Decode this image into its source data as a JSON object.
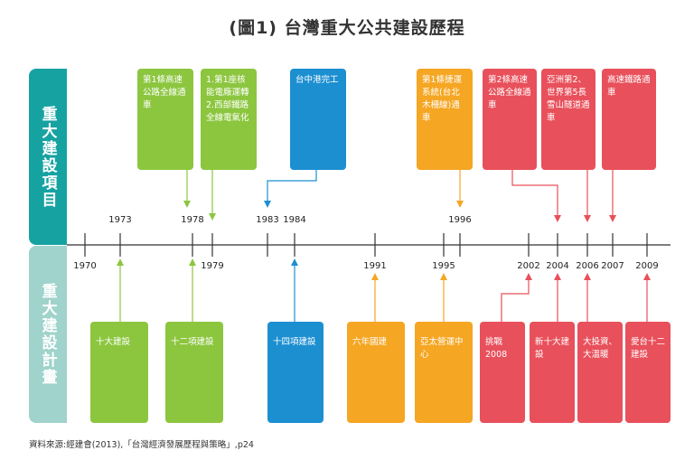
{
  "title": "(圖1) 台灣重大公共建設歷程",
  "side_labels": {
    "top": "重大建設項目",
    "bottom": "重大建設計畫"
  },
  "years_top": [
    "1973",
    "1978",
    "1983",
    "1984",
    "1996"
  ],
  "years_bottom": [
    "1970",
    "1979",
    "1991",
    "1995",
    "2002",
    "2004",
    "2006",
    "2007",
    "2009"
  ],
  "top_items": [
    {
      "text": "第1條高速公路全線通車"
    },
    {
      "text": "1.第1座核能電廠運轉 2.西部鐵路全線電氣化"
    },
    {
      "text": "台中港完工"
    },
    {
      "text": "第1條捷運系統(台北木柵線)通車"
    },
    {
      "text": "第2條高速公路全線通車"
    },
    {
      "text": "亞洲第2、世界第5長雪山隧道通車"
    },
    {
      "text": "高速鐵路通車"
    }
  ],
  "bottom_items": [
    {
      "text": "十大建設"
    },
    {
      "text": "十二項建設"
    },
    {
      "text": "十四項建設"
    },
    {
      "text": "六年國建"
    },
    {
      "text": "亞太營運中心"
    },
    {
      "text": "挑戰2008"
    },
    {
      "text": "新十大建設"
    },
    {
      "text": "大投資、大溫暖"
    },
    {
      "text": "愛台十二建設"
    }
  ],
  "source": "資料來源:經建會(2013),「台灣經濟發展歷程與策略」,p24",
  "colors": {
    "teal": "#17a2a2",
    "light_teal": "#9fd3cc",
    "green": "#8cc63f",
    "blue": "#1c8fd1",
    "orange": "#f5a623",
    "red": "#e8505b"
  }
}
